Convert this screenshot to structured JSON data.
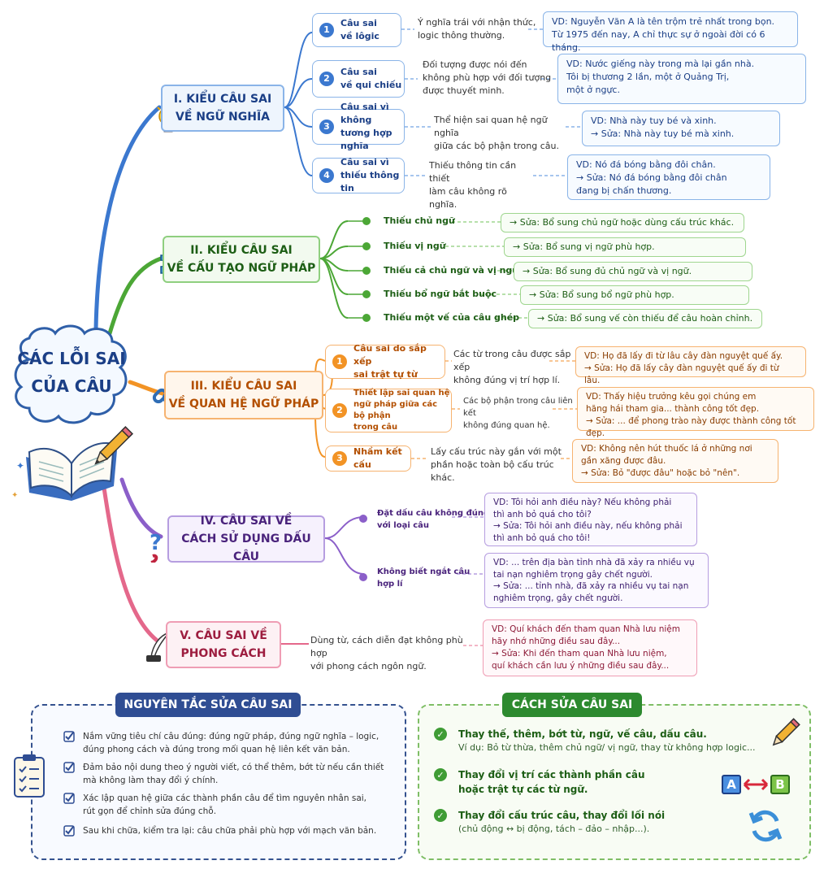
{
  "central_title": "CÁC LỖI SAI\nCỦA CÂU",
  "branch1": {
    "title": "I. KIỂU CÂU SAI\nVỀ NGỮ NGHĨA",
    "items": [
      {
        "num": "1",
        "label": "Câu sai\nvề lôgic",
        "desc": "Ý nghĩa trái với nhận thức,\nlogic thông thường.",
        "example": "VD: Nguyễn Văn A là tên trộm trẻ nhất trong bọn.\nTừ 1975 đến nay, A chỉ thực sự ở ngoài đời có 6 tháng."
      },
      {
        "num": "2",
        "label": "Câu sai\nvề qui chiếu",
        "desc": "Đối tượng được nói đến\nkhông phù hợp với đối tượng\nđược thuyết minh.",
        "example": "VD: Nước giếng này trong mà lại gần nhà.\n   Tôi bị thương 2 lần, một ở Quảng Trị,\n   một ở ngực."
      },
      {
        "num": "3",
        "label": "Câu sai vì không\ntương hợp nghĩa",
        "desc": "Thể hiện sai quan hệ ngữ nghĩa\ngiữa các bộ phận trong câu.",
        "example": "VD: Nhà này tuy bé và xinh.\n  → Sửa: Nhà này tuy bé mà xinh."
      },
      {
        "num": "4",
        "label": "Câu sai vì\nthiếu thông tin",
        "desc": "Thiếu thông tin cần thiết\nlàm câu không rõ nghĩa.",
        "example": "VD: Nó đá bóng bằng đôi chân.\n  → Sửa: Nó đá bóng bằng đôi chân\n      đang bị chấn thương."
      }
    ]
  },
  "branch2": {
    "title": "II. KIỂU CÂU SAI\nVỀ CẤU TẠO NGỮ PHÁP",
    "items": [
      {
        "label": "Thiếu chủ ngữ",
        "fix": "→ Sửa: Bổ sung chủ ngữ hoặc dùng cấu trúc khác."
      },
      {
        "label": "Thiếu vị ngữ",
        "fix": "→ Sửa: Bổ sung vị ngữ phù hợp."
      },
      {
        "label": "Thiếu cả chủ ngữ và vị ngữ",
        "fix": "→ Sửa: Bổ sung đủ chủ ngữ và vị ngữ."
      },
      {
        "label": "Thiếu bổ ngữ bắt buộc",
        "fix": "→ Sửa: Bổ sung bổ ngữ phù hợp."
      },
      {
        "label": "Thiếu một vế của câu ghép",
        "fix": "→ Sửa: Bổ sung vế còn thiếu để câu hoàn chỉnh."
      }
    ]
  },
  "branch3": {
    "title": "III. KIỂU CÂU SAI\nVỀ QUAN HỆ NGỮ PHÁP",
    "items": [
      {
        "num": "1",
        "label": "Câu sai do sắp xếp\nsai trật tự từ",
        "desc": "Các từ trong câu được sắp xếp\nkhông đúng vị trí hợp lí.",
        "example": "VD: Họ đã lấy đi từ lâu cây đàn nguyệt quế ấy.\n  → Sửa: Họ đã lấy cây đàn nguyệt quế ấy đi từ lâu."
      },
      {
        "num": "2",
        "label": "Thiết lập sai quan hệ\nngữ pháp giữa các bộ phận\ntrong câu",
        "desc": "Các bộ phận trong câu liên kết\nkhông đúng quan hệ.",
        "example": "VD: Thấy hiệu trưởng kêu gọi chúng em\n   hăng hái tham gia... thành công tốt đẹp.\n  → Sửa: ... để phong trào này được thành công tốt đẹp."
      },
      {
        "num": "3",
        "label": "Nhầm kết cấu",
        "desc": "Lấy cấu trúc này gắn với một\nphần hoặc toàn bộ cấu trúc khác.",
        "example": "VD: Không nên hút thuốc lá ở những nơi\n   gần xăng được đâu.\n  → Sửa: Bỏ \"được đâu\" hoặc bỏ \"nên\"."
      }
    ]
  },
  "branch4": {
    "title": "IV. CÂU SAI VỀ\nCÁCH SỬ DỤNG DẤU CÂU",
    "items": [
      {
        "label": "Đặt dấu câu không đúng\nvới loại câu",
        "example": "VD: Tôi hỏi anh điều này? Nếu không phải\n   thì anh bỏ quá cho tôi?\n→ Sửa: Tôi hỏi anh điều này, nếu không phải\n   thì anh bỏ quá cho tôi!"
      },
      {
        "label": "Không biết ngắt câu\nhợp lí",
        "example": "VD: ... trên địa bàn tỉnh nhà đã xảy ra nhiều vụ\n   tai nạn nghiêm trọng gây chết người.\n→ Sửa: ... tỉnh nhà, đã xảy ra nhiều vụ tai nạn\n   nghiêm trọng, gây chết người."
      }
    ]
  },
  "branch5": {
    "title": "V. CÂU SAI VỀ\nPHONG CÁCH",
    "desc": "Dùng từ, cách diễn đạt không phù hợp\nvới phong cách ngôn ngữ.",
    "example": "VD: Quí khách đến tham quan Nhà lưu niệm\n   hãy nhớ những điều sau đây...\n→ Sửa: Khi đến tham quan Nhà lưu niệm,\n   quí khách cần lưu ý những điều sau đây..."
  },
  "principles": {
    "title": "NGUYÊN TẮC SỬA CÂU SAI",
    "items": [
      "Nắm vững tiêu chí câu đúng: đúng ngữ pháp, đúng ngữ nghĩa – logic,\nđúng phong cách và đúng trong mối quan hệ liên kết văn bản.",
      "Đảm bảo nội dung theo ý người viết, có thể thêm, bớt từ nếu cần thiết\nmà không làm thay đổi ý chính.",
      "Xác lập quan hệ giữa các thành phần câu để tìm nguyên nhân sai,\nrút gọn để chỉnh sửa đúng chỗ.",
      "Sau khi chữa, kiểm tra lại: câu chữa phải phù hợp với mạch văn bản."
    ]
  },
  "methods": {
    "title": "CÁCH SỬA CÂU SAI",
    "items": [
      {
        "title": "Thay thế, thêm, bớt từ, ngữ, vế câu, dấu câu.",
        "sub": "Ví dụ: Bỏ từ thừa, thêm chủ ngữ/ vị ngữ, thay từ không hợp logic..."
      },
      {
        "title": "Thay đổi vị trí các thành phần câu\nhoặc trật tự các từ ngữ.",
        "sub": ""
      },
      {
        "title": "Thay đổi cấu trúc câu, thay đổi lối nói",
        "sub": "(chủ động ↔ bị động, tách – đảo – nhập...)."
      }
    ],
    "letter_a": "A",
    "letter_b": "B"
  },
  "colors": {
    "blue": "#3b78cf",
    "green": "#4ca736",
    "orange": "#f29325",
    "purple": "#8b5fc9",
    "pink": "#e4688b",
    "navy": "#1b3f86"
  },
  "icons": [
    "lightbulb-icon",
    "puzzle-icon",
    "chain-link-icon",
    "question-exclamation-icon",
    "quill-pen-icon",
    "open-book-icon",
    "pencil-icon",
    "clipboard-icon",
    "check-icon",
    "swap-arrows-icon",
    "refresh-icon"
  ]
}
